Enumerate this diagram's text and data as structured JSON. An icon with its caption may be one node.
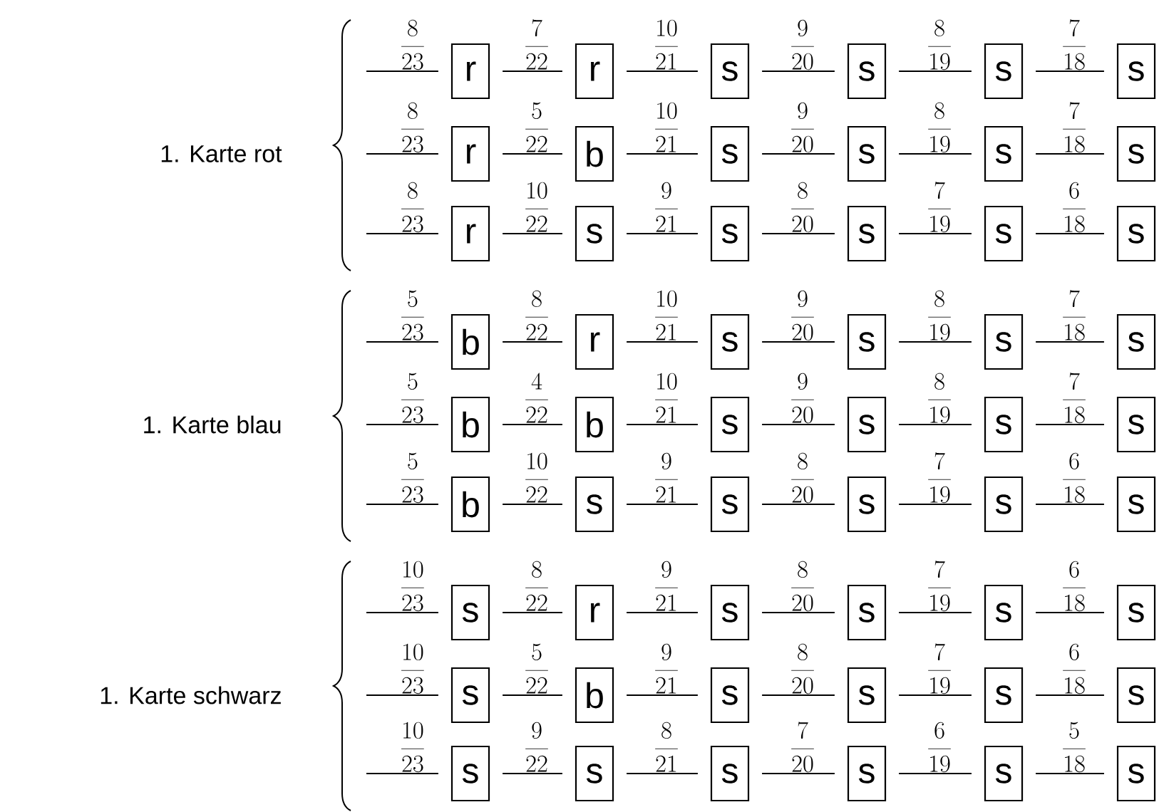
{
  "diagram": {
    "nodes": [
      {
        "text": [
          "r"
        ]
      },
      {
        "text": [
          "r"
        ]
      },
      {
        "text": [
          "s"
        ]
      },
      {
        "text": [
          "s"
        ]
      },
      {
        "text": [
          "s"
        ]
      },
      {
        "text": [
          "s"
        ]
      },
      {
        "text": [
          "r"
        ]
      },
      {
        "text": [
          "b"
        ]
      },
      {
        "text": [
          "s"
        ]
      },
      {
        "text": [
          "s"
        ]
      },
      {
        "text": [
          "s"
        ]
      },
      {
        "text": [
          "s"
        ]
      },
      {
        "text": [
          "r"
        ]
      },
      {
        "text": [
          "s"
        ]
      },
      {
        "text": [
          "s"
        ]
      },
      {
        "text": [
          "s"
        ]
      },
      {
        "text": [
          "s"
        ]
      },
      {
        "text": [
          "s"
        ]
      },
      {
        "text": [
          "b"
        ]
      },
      {
        "text": [
          "r"
        ]
      },
      {
        "text": [
          "s"
        ]
      },
      {
        "text": [
          "s"
        ]
      },
      {
        "text": [
          "s"
        ]
      },
      {
        "text": [
          "s"
        ]
      },
      {
        "text": [
          "b"
        ]
      },
      {
        "text": [
          "b"
        ]
      },
      {
        "text": [
          "s"
        ]
      },
      {
        "text": [
          "s"
        ]
      },
      {
        "text": [
          "s"
        ]
      },
      {
        "text": [
          "s"
        ]
      },
      {
        "text": [
          "b"
        ]
      },
      {
        "text": [
          "s"
        ]
      },
      {
        "text": [
          "s"
        ]
      },
      {
        "text": [
          "s"
        ]
      },
      {
        "text": [
          "s"
        ]
      },
      {
        "text": [
          "s"
        ]
      },
      {
        "text": [
          "s"
        ]
      },
      {
        "text": [
          "r"
        ]
      },
      {
        "text": [
          "s"
        ]
      },
      {
        "text": [
          "s"
        ]
      },
      {
        "text": [
          "s"
        ]
      },
      {
        "text": [
          "s"
        ]
      },
      {
        "text": [
          "s"
        ]
      },
      {
        "text": [
          "b"
        ]
      },
      {
        "text": [
          "s"
        ]
      },
      {
        "text": [
          "s"
        ]
      },
      {
        "text": [
          "s"
        ]
      },
      {
        "text": [
          "s"
        ]
      },
      {
        "text": [
          "s"
        ]
      },
      {
        "text": [
          "s"
        ]
      },
      {
        "text": [
          "s"
        ]
      },
      {
        "text": [
          "s"
        ]
      },
      {
        "text": [
          "s"
        ]
      },
      {
        "text": [
          "s"
        ]
      }
    ],
    "edges": [
      {
        "from": null,
        "to": 0,
        "arrow": "none",
        "label": "\\frac{8}{23}"
      },
      {
        "from": 0,
        "to": 1,
        "arrow": "none",
        "label": "\\frac{7}{22}"
      },
      {
        "from": 1,
        "to": 2,
        "arrow": "none",
        "label": "\\frac{10}{21}"
      },
      {
        "from": 2,
        "to": 3,
        "arrow": "none",
        "label": "\\frac{9}{20}"
      },
      {
        "from": 3,
        "to": 4,
        "arrow": "none",
        "label": "\\frac{8}{19}"
      },
      {
        "from": 4,
        "to": 5,
        "arrow": "none",
        "label": "\\frac{7}{18}"
      },
      {
        "from": null,
        "to": 6,
        "arrow": "none",
        "label": "\\frac{8}{23}"
      },
      {
        "from": 6,
        "to": 7,
        "arrow": "none",
        "label": "\\frac{5}{22}"
      },
      {
        "from": 7,
        "to": 8,
        "arrow": "none",
        "label": "\\frac{10}{21}"
      },
      {
        "from": 8,
        "to": 9,
        "arrow": "none",
        "label": "\\frac{9}{20}"
      },
      {
        "from": 9,
        "to": 10,
        "arrow": "none",
        "label": "\\frac{8}{19}"
      },
      {
        "from": 10,
        "to": 11,
        "arrow": "none",
        "label": "\\frac{7}{18}"
      },
      {
        "from": null,
        "to": 12,
        "arrow": "none",
        "label": "\\frac{8}{23}"
      },
      {
        "from": 12,
        "to": 13,
        "arrow": "none",
        "label": "\\frac{10}{22}"
      },
      {
        "from": 13,
        "to": 14,
        "arrow": "none",
        "label": "\\frac{9}{21}"
      },
      {
        "from": 14,
        "to": 15,
        "arrow": "none",
        "label": "\\frac{8}{20}"
      },
      {
        "from": 15,
        "to": 16,
        "arrow": "none",
        "label": "\\frac{7}{19}"
      },
      {
        "from": 16,
        "to": 17,
        "arrow": "none",
        "label": "\\frac{6}{18}"
      },
      {
        "from": null,
        "to": 18,
        "arrow": "none",
        "label": "\\frac{5}{23}"
      },
      {
        "from": 18,
        "to": 19,
        "arrow": "none",
        "label": "\\frac{8}{22}"
      },
      {
        "from": 19,
        "to": 20,
        "arrow": "none",
        "label": "\\frac{10}{21}"
      },
      {
        "from": 20,
        "to": 21,
        "arrow": "none",
        "label": "\\frac{9}{20}"
      },
      {
        "from": 21,
        "to": 22,
        "arrow": "none",
        "label": "\\frac{8}{19}"
      },
      {
        "from": 22,
        "to": 23,
        "arrow": "none",
        "label": "\\frac{7}{18}"
      },
      {
        "from": null,
        "to": 24,
        "arrow": "none",
        "label": "\\frac{5}{23}"
      },
      {
        "from": 24,
        "to": 25,
        "arrow": "none",
        "label": "\\frac{4}{22}"
      },
      {
        "from": 25,
        "to": 26,
        "arrow": "none",
        "label": "\\frac{10}{21}"
      },
      {
        "from": 26,
        "to": 27,
        "arrow": "none",
        "label": "\\frac{9}{20}"
      },
      {
        "from": 27,
        "to": 28,
        "arrow": "none",
        "label": "\\frac{8}{19}"
      },
      {
        "from": 28,
        "to": 29,
        "arrow": "none",
        "label": "\\frac{7}{18}"
      },
      {
        "from": null,
        "to": 30,
        "arrow": "none",
        "label": "\\frac{5}{23}"
      },
      {
        "from": 30,
        "to": 31,
        "arrow": "none",
        "label": "\\frac{10}{22}"
      },
      {
        "from": 31,
        "to": 32,
        "arrow": "none",
        "label": "\\frac{9}{21}"
      },
      {
        "from": 32,
        "to": 33,
        "arrow": "none",
        "label": "\\frac{8}{20}"
      },
      {
        "from": 33,
        "to": 34,
        "arrow": "none",
        "label": "\\frac{7}{19}"
      },
      {
        "from": 34,
        "to": 35,
        "arrow": "none",
        "label": "\\frac{6}{18}"
      },
      {
        "from": null,
        "to": 36,
        "arrow": "none",
        "label": "\\frac{10}{23}"
      },
      {
        "from": 36,
        "to": 37,
        "arrow": "none",
        "label": "\\frac{8}{22}"
      },
      {
        "from": 37,
        "to": 38,
        "arrow": "none",
        "label": "\\frac{9}{21}"
      },
      {
        "from": 38,
        "to": 39,
        "arrow": "none",
        "label": "\\frac{8}{20}"
      },
      {
        "from": 39,
        "to": 40,
        "arrow": "none",
        "label": "\\frac{7}{19}"
      },
      {
        "from": 40,
        "to": 41,
        "arrow": "none",
        "label": "\\frac{6}{18}"
      },
      {
        "from": null,
        "to": 42,
        "arrow": "none",
        "label": "\\frac{10}{23}"
      },
      {
        "from": 42,
        "to": 43,
        "arrow": "none",
        "label": "\\frac{5}{22}"
      },
      {
        "from": 43,
        "to": 44,
        "arrow": "none",
        "label": "\\frac{9}{21}"
      },
      {
        "from": 44,
        "to": 45,
        "arrow": "none",
        "label": "\\frac{8}{20}"
      },
      {
        "from": 45,
        "to": 46,
        "arrow": "none",
        "label": "\\frac{7}{19}"
      },
      {
        "from": 46,
        "to": 47,
        "arrow": "none",
        "label": "\\frac{6}{18}"
      },
      {
        "from": null,
        "to": 48,
        "arrow": "none",
        "label": "\\frac{10}{23}"
      },
      {
        "from": 48,
        "to": 49,
        "arrow": "none",
        "label": "\\frac{9}{22}"
      },
      {
        "from": 49,
        "to": 50,
        "arrow": "none",
        "label": "\\frac{8}{21}"
      },
      {
        "from": 50,
        "to": 51,
        "arrow": "none",
        "label": "\\frac{7}{20}"
      },
      {
        "from": 51,
        "to": 52,
        "arrow": "none",
        "label": "\\frac{6}{19}"
      },
      {
        "from": 52,
        "to": 53,
        "arrow": "none",
        "label": "\\frac{5}{18}"
      }
    ],
    "labels": [
      "1. Karte rot",
      "1. Karte blau",
      "1. Karte schwarz"
    ]
  }
}
